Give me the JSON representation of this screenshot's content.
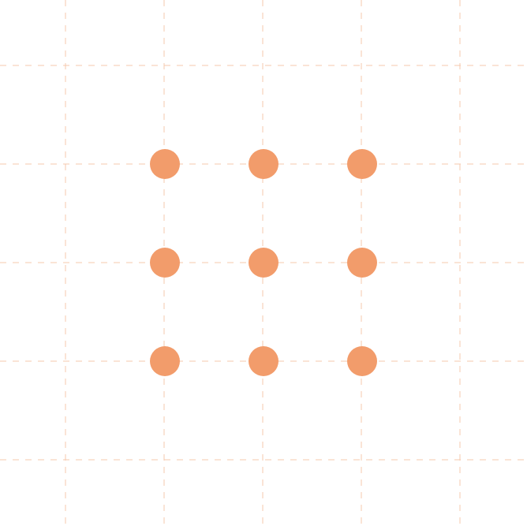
{
  "pattern_lock": {
    "rows": 3,
    "cols": 3,
    "dots": [
      {
        "row": 1,
        "col": 1
      },
      {
        "row": 1,
        "col": 2
      },
      {
        "row": 1,
        "col": 3
      },
      {
        "row": 2,
        "col": 1
      },
      {
        "row": 2,
        "col": 2
      },
      {
        "row": 2,
        "col": 3
      },
      {
        "row": 3,
        "col": 1
      },
      {
        "row": 3,
        "col": 2
      },
      {
        "row": 3,
        "col": 3
      }
    ]
  },
  "grid": {
    "style": "dashed",
    "visible": true
  },
  "colors": {
    "background": "#ffffff",
    "dot": "#F29C6B",
    "grid": "#F6C9AE"
  }
}
